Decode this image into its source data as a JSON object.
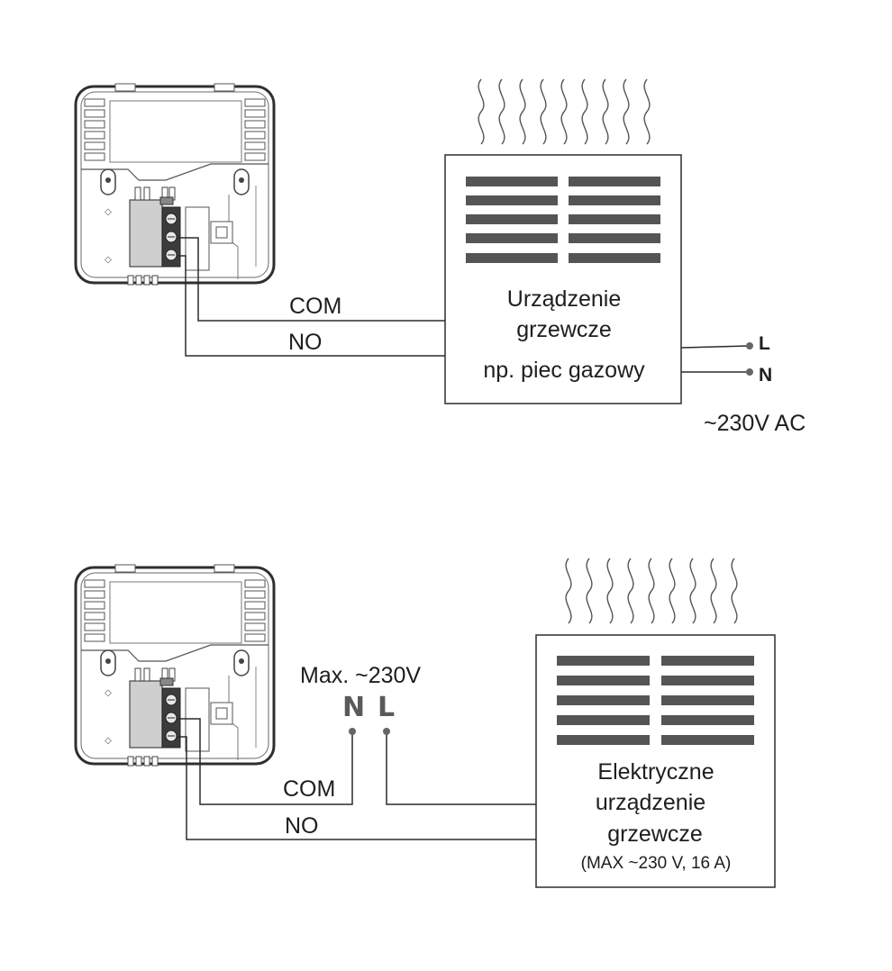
{
  "diagram1": {
    "wire_com": "COM",
    "wire_no": "NO",
    "device_line1": "Urządzenie",
    "device_line2": "grzewcze",
    "device_line3": "np. piec gazowy",
    "supply_l": "L",
    "supply_n": "N",
    "supply_voltage": "~230V AC"
  },
  "diagram2": {
    "wire_com": "COM",
    "wire_no": "NO",
    "max_label": "Max. ~230V",
    "pin_n": "N",
    "pin_l": "L",
    "device_line1": "Elektryczne",
    "device_line2": "urządzenie",
    "device_line3": "grzewcze",
    "device_line4": "(MAX ~230 V, 16 A)"
  },
  "colors": {
    "line": "#2b2b2b",
    "grille": "#555555",
    "outline": "#3a3a3a",
    "pin_text": "#5a5a5a"
  }
}
